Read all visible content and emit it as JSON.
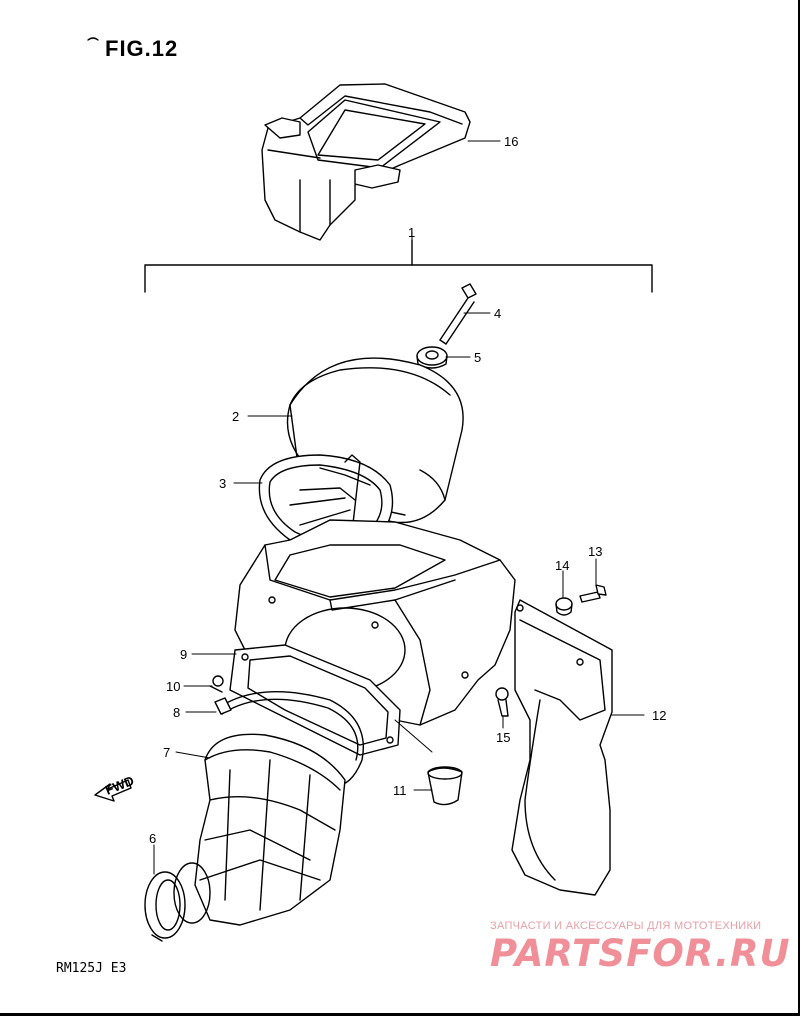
{
  "figure": {
    "title": "FIG.12",
    "model": "RM125J E3"
  },
  "fwd_label": "FWD",
  "watermark": {
    "tagline": "ЗАПЧАСТИ И АКСЕССУАРЫ ДЛЯ МОТОТЕХНИКИ",
    "brand": "PARTSFOR.RU",
    "color": "#f08f98"
  },
  "callouts": [
    {
      "id": "1",
      "label": "1"
    },
    {
      "id": "2",
      "label": "2"
    },
    {
      "id": "3",
      "label": "3"
    },
    {
      "id": "4",
      "label": "4"
    },
    {
      "id": "5",
      "label": "5"
    },
    {
      "id": "6",
      "label": "6"
    },
    {
      "id": "7",
      "label": "7"
    },
    {
      "id": "8",
      "label": "8"
    },
    {
      "id": "9",
      "label": "9"
    },
    {
      "id": "10",
      "label": "10"
    },
    {
      "id": "11",
      "label": "11"
    },
    {
      "id": "12",
      "label": "12"
    },
    {
      "id": "13",
      "label": "13"
    },
    {
      "id": "14",
      "label": "14"
    },
    {
      "id": "15",
      "label": "15"
    },
    {
      "id": "16",
      "label": "16"
    }
  ]
}
